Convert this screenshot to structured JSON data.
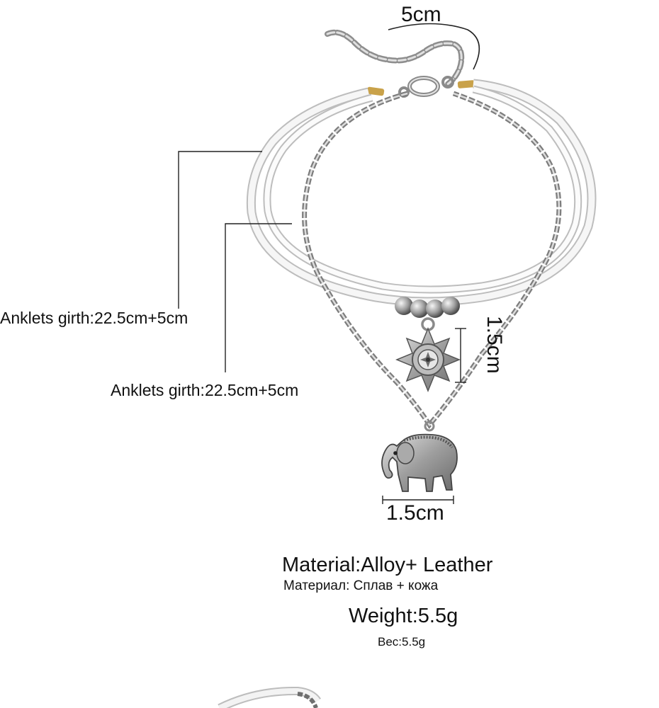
{
  "labels": {
    "extension_length": "5cm",
    "girth_outer": "Anklets girth:22.5cm+5cm",
    "girth_inner": "Anklets girth:22.5cm+5cm",
    "sun_pendant_height": "1.5cm",
    "elephant_pendant_width": "1.5cm",
    "material_en": "Material:Alloy+ Leather",
    "material_ru": "Материал: Сплав + кожа",
    "weight_en": "Weight:5.5g",
    "weight_ru": "Вес:5.5g"
  },
  "icons": {
    "clasp": "lobster-clasp-icon",
    "sun": "sun-pendant-icon",
    "elephant": "elephant-pendant-icon"
  },
  "colors": {
    "background": "#ffffff",
    "text": "#111111",
    "silver": "#9a9a9a",
    "cord": "#f2f2f2",
    "gold": "#c9a24a"
  }
}
